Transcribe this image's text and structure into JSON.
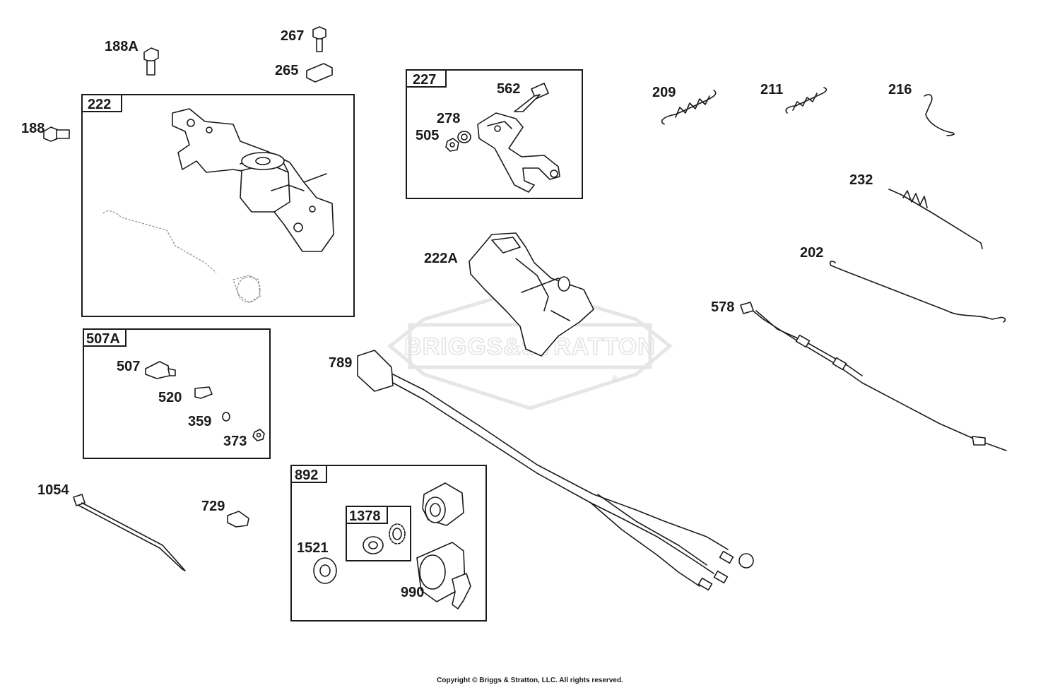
{
  "diagram": {
    "watermark_logo": "BRIGGS&STRATTON",
    "watermark_mark": "®",
    "boxes": [
      {
        "id": "222",
        "label": "222"
      },
      {
        "id": "227",
        "label": "227"
      },
      {
        "id": "507A",
        "label": "507A"
      },
      {
        "id": "892",
        "label": "892"
      },
      {
        "id": "1378",
        "label": "1378"
      }
    ],
    "part_labels": {
      "p188A": "188A",
      "p267": "267",
      "p265": "265",
      "p188": "188",
      "p562": "562",
      "p278": "278",
      "p505": "505",
      "p209": "209",
      "p211": "211",
      "p216": "216",
      "p232": "232",
      "p202": "202",
      "p578": "578",
      "p222A": "222A",
      "p789": "789",
      "p507": "507",
      "p520": "520",
      "p359": "359",
      "p373": "373",
      "p1054": "1054",
      "p729": "729",
      "p1521": "1521",
      "p990": "990"
    }
  },
  "footer": {
    "copyright": "Copyright © Briggs & Stratton, LLC. All rights reserved."
  }
}
